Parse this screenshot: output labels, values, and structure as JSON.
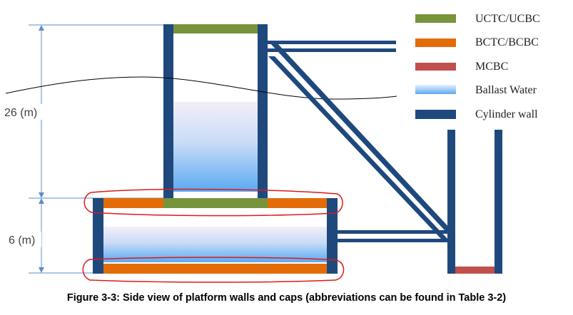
{
  "legend": {
    "items": [
      {
        "key": "uctc",
        "label": "UCTC/UCBC",
        "color": "#77933c"
      },
      {
        "key": "bctc",
        "label": "BCTC/BCBC",
        "color": "#e36c09"
      },
      {
        "key": "mcbc",
        "label": "MCBC",
        "color": "#c0504d"
      },
      {
        "key": "ballast",
        "label": "Ballast Water",
        "color": "#6fb6f5"
      },
      {
        "key": "wall",
        "label": "Cylinder wall",
        "color": "#1f497d"
      }
    ]
  },
  "dimensions": {
    "upper": "26 (m)",
    "lower": "6 (m)"
  },
  "colors": {
    "wall": "#1f497d",
    "uctc": "#77933c",
    "bctc": "#e36c09",
    "mcbc": "#c0504d",
    "water_top": "#f3eef9",
    "water_bottom": "#5aaaf2",
    "highlight": "#e0191b",
    "dim_line": "#5b8fc7"
  },
  "caption": "Figure 3-3: Side view of platform walls and caps (abbreviations can be found in Table 3-2)"
}
